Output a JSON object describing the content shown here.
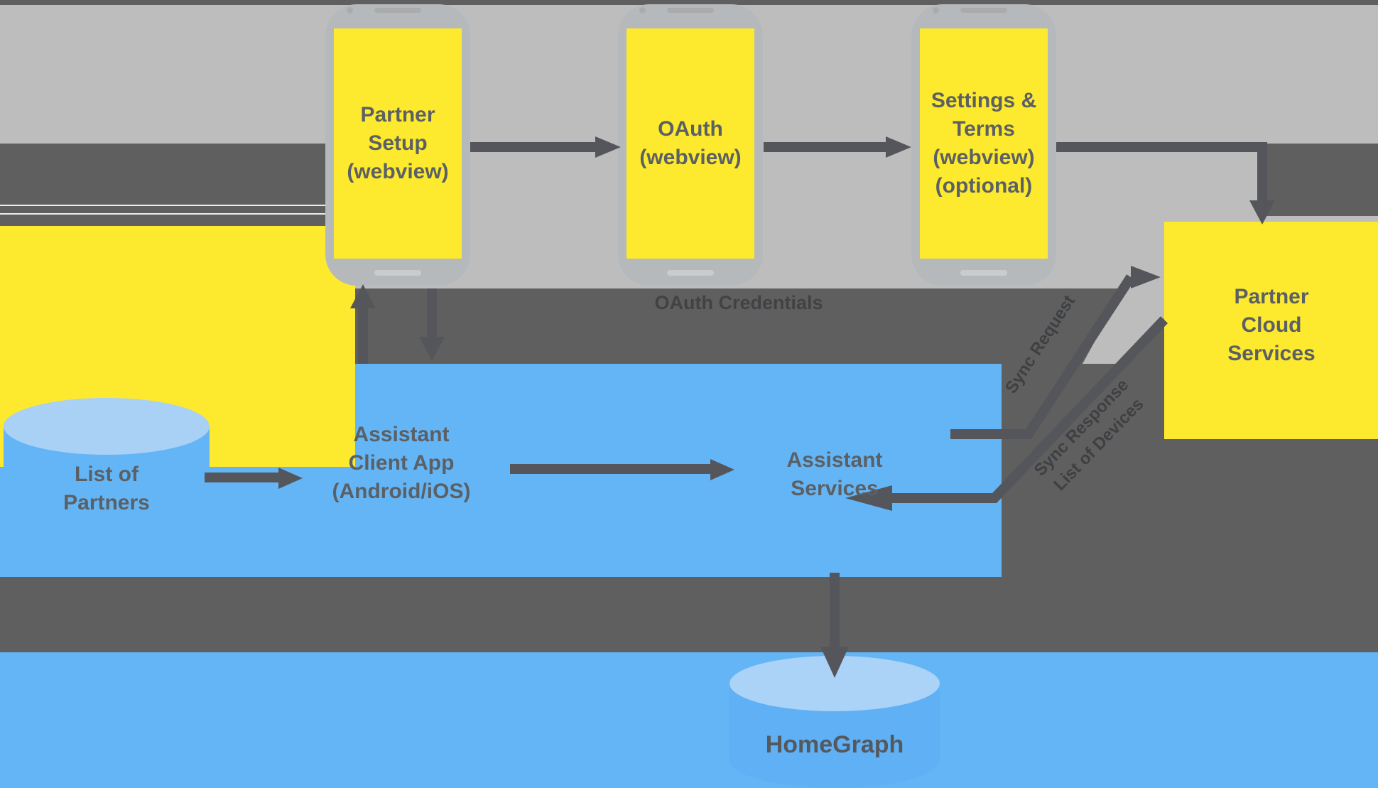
{
  "colors": {
    "background": "#ffffff",
    "light_gray_band": "#bdbdbd",
    "dark_gray_band": "#5f5f5f",
    "partner_yellow": "#fde92e",
    "google_blue": "#64b5f6",
    "cylinder_top_blue": "#a9d0f5",
    "label_gray": "#5b6065",
    "arrow_gray": "#55565b"
  },
  "phones": [
    {
      "name": "partner-setup-webview",
      "lines": [
        "Partner",
        "Setup",
        "(webview)"
      ]
    },
    {
      "name": "oauth-webview",
      "lines": [
        "OAuth",
        "(webview)"
      ]
    },
    {
      "name": "settings-terms-webview",
      "lines": [
        "Settings &",
        "Terms",
        "(webview)",
        "(optional)"
      ]
    }
  ],
  "google_area": {
    "assistant_client_app": {
      "lines": [
        "Assistant",
        "Client App",
        "(Android/iOS)"
      ]
    },
    "assistant_services": {
      "lines": [
        "Assistant",
        "Services"
      ]
    },
    "list_of_partners": {
      "lines": [
        "List of",
        "Partners"
      ]
    },
    "homegraph": {
      "label": "HomeGraph"
    }
  },
  "partner_area": {
    "partner_cloud_services": {
      "lines": [
        "Partner",
        "Cloud",
        "Services"
      ]
    }
  },
  "flow_labels": {
    "oauth_credentials": "OAuth Credentials",
    "sync_request": "Sync Request",
    "sync_response": "Sync Response",
    "sync_response_detail": "List of Devices"
  }
}
